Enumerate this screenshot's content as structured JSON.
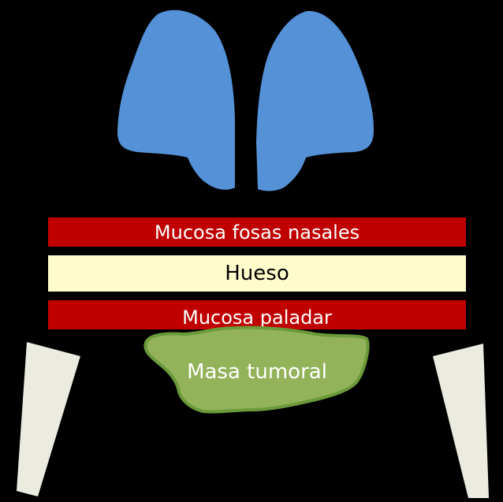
{
  "colors": {
    "background": "#000000",
    "nasal_cavity": "#5591d7",
    "mucosa": "#c00000",
    "bone": "#fffccb",
    "tumor_fill": "#93b35a",
    "tumor_stroke": "#6a9a3a",
    "teeth": "#ecebe0",
    "label_dark": "#000000",
    "label_light": "#ffffff"
  },
  "labels": {
    "mucosa_nasal": "Mucosa fosas nasales",
    "bone": "Hueso",
    "mucosa_palate": "Mucosa paladar",
    "tumor": "Masa tumoral"
  }
}
